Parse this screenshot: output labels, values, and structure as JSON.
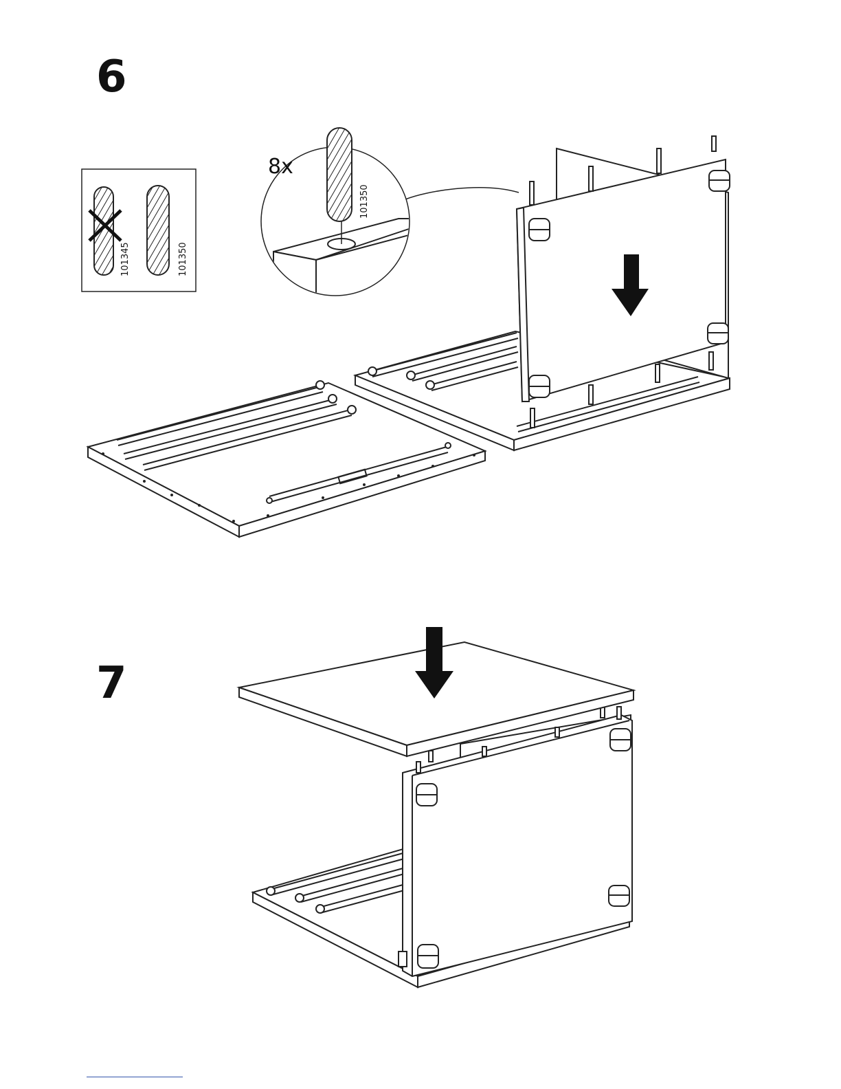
{
  "steps": [
    {
      "number": "6",
      "quantity_label": "8x",
      "dowel_code": "101350"
    },
    {
      "number": "7"
    }
  ],
  "comparison_box": {
    "wrong_code": "101345",
    "right_code": "101350"
  }
}
